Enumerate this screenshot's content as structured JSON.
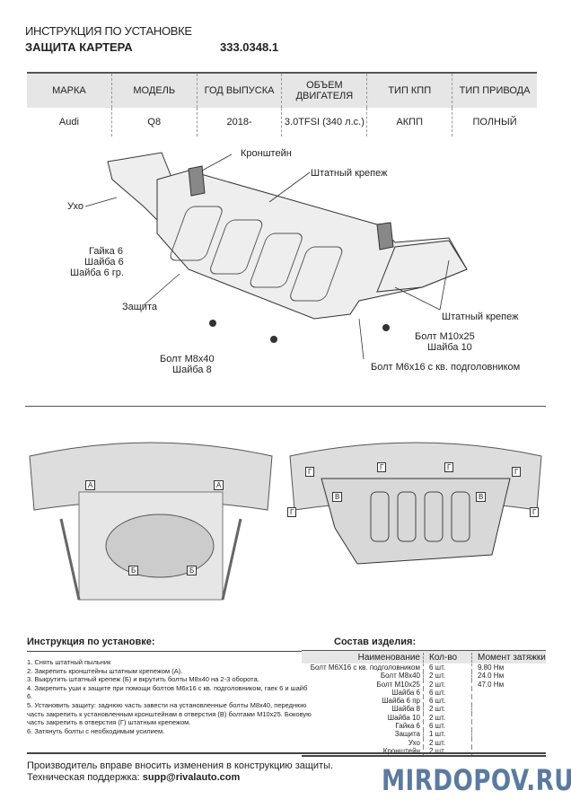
{
  "header": {
    "line1": "ИНСТРУКЦИЯ ПО УСТАНОВКЕ",
    "line2": "ЗАЩИТА КАРТЕРА",
    "article": "333.0348.1"
  },
  "spec": {
    "headers": [
      "МАРКА",
      "МОДЕЛЬ",
      "ГОД ВЫПУСКА",
      "ОБЪЕМ ДВИГАТЕЛЯ",
      "ТИП КПП",
      "ТИП ПРИВОДА"
    ],
    "values": [
      "Audi",
      "Q8",
      "2018-",
      "3.0TFSI (340 л.с.)",
      "АКПП",
      "ПОЛНЫЙ"
    ]
  },
  "drawing": {
    "labels": {
      "bracket": "Кронштейн",
      "std1": "Штатный крепеж",
      "ear": "Ухо",
      "nut": "Гайка 6",
      "washer6": "Шайба 6",
      "washer6g": "Шайба 6 гр.",
      "guard": "Защита",
      "std2": "Штатный крепеж",
      "m10": "Болт М10х25",
      "w10": "Шайба 10",
      "m8": "Болт М8х40",
      "w8": "Шайба 8",
      "m6": "Болт М6х16 с кв. подголовником"
    }
  },
  "photos": {
    "markers": [
      "А",
      "А",
      "Б",
      "Б",
      "В",
      "В",
      "Г",
      "Г",
      "Г",
      "Г",
      "Г",
      "Г"
    ]
  },
  "instructions": {
    "title": "Инструкция по установке:",
    "steps": [
      "1. Снять штатный пыльник",
      "2. Закрепить кронштейны штатным крепежом (А).",
      "3. Выкрутить штатный крепеж (Б) и вкрутить болты М8х40 на 2-3 оборота.",
      "4. Закрепить уши к защите при помощи болтов М6х16 с кв. подголовником, гаек 6 и шайб 6.",
      "5. Установить защиту: заднюю часть завести на установленные болты М8х40, переднюю часть закрепить к установленным кронштейнам в отверстия (В) болтами М10х25. Боковую часть закрепить в отверстия (Г) штатным крепежом.",
      "6. Затянуть болты с необходимым усилием."
    ]
  },
  "composition": {
    "title": "Состав изделия:",
    "headers": [
      "Наименование",
      "Кол-во",
      "Момент затяжки"
    ],
    "rows": [
      [
        "Болт М6Х16 с кв. подголовником",
        "6 шт.",
        "9.80 Нм"
      ],
      [
        "Болт М8х40",
        "2 шт.",
        "24.0 Нм"
      ],
      [
        "Болт М10х25",
        "2 шт.",
        "47.0 Нм"
      ],
      [
        "Шайба 6",
        "6 шт.",
        ""
      ],
      [
        "Шайба 6 пр",
        "6 шт.",
        ""
      ],
      [
        "Шайба 8",
        "2 шт.",
        ""
      ],
      [
        "Шайба 10",
        "2 шт.",
        ""
      ],
      [
        "Гайка 6",
        "6 шт.",
        ""
      ],
      [
        "Защита",
        "1 шт.",
        ""
      ],
      [
        "Ухо",
        "2 шт.",
        ""
      ],
      [
        "Кронштейн",
        "2 шт.",
        ""
      ]
    ]
  },
  "footer": {
    "notice": "Производитель вправе вносить изменения в конструкцию защиты.",
    "support_label": "Техническая поддержка: ",
    "support_email": "supp@rivalauto.com"
  },
  "watermark": "MIRDOPOV.RU"
}
